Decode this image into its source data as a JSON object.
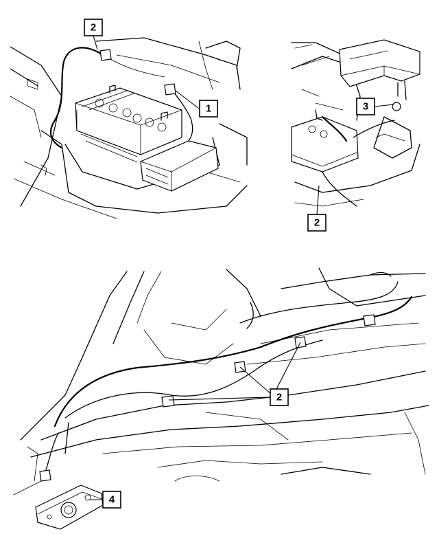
{
  "callouts": [
    {
      "id": "c2a",
      "label": "2"
    },
    {
      "id": "c1",
      "label": "1"
    },
    {
      "id": "c3",
      "label": "3"
    },
    {
      "id": "c2b",
      "label": "2"
    },
    {
      "id": "c2c",
      "label": "2"
    },
    {
      "id": "c4",
      "label": "4"
    }
  ]
}
